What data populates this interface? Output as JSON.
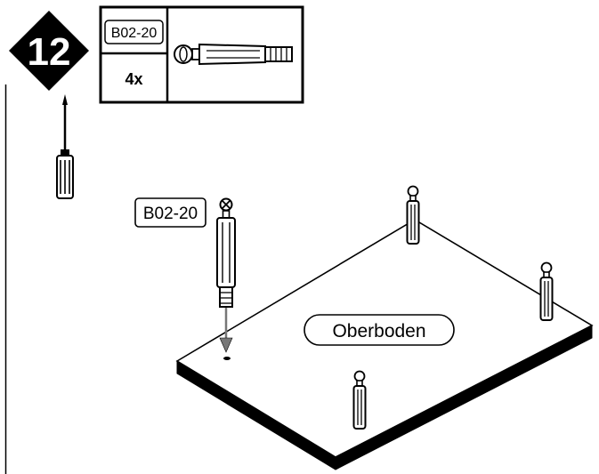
{
  "step": {
    "number": "12"
  },
  "parts_box": {
    "part_code": "B02-20",
    "quantity": "4x"
  },
  "callout": {
    "part_code": "B02-20"
  },
  "panel": {
    "label": "Oberboden"
  },
  "colors": {
    "ink": "#000000",
    "paper": "#ffffff",
    "arrow": "#777777"
  },
  "icons": [
    "screwdriver-icon",
    "cam-dowel-icon",
    "step-badge-diamond"
  ]
}
